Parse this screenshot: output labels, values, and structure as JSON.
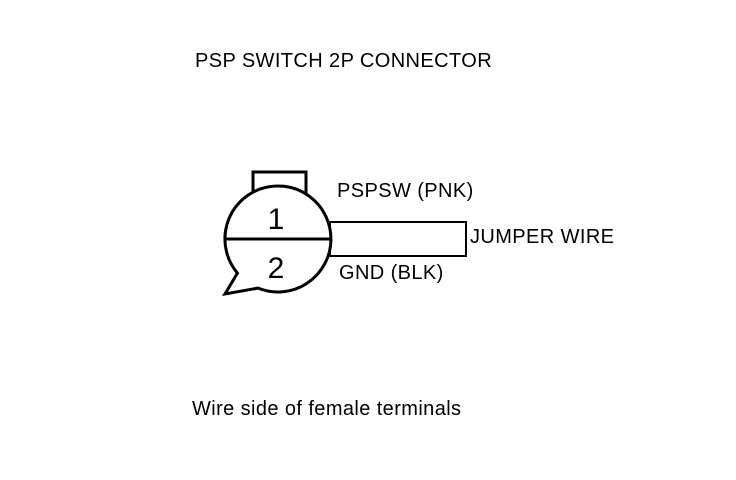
{
  "title": "PSP SWITCH 2P CONNECTOR",
  "connector": {
    "pins": [
      {
        "number": "1",
        "label": "PSPSW (PNK)"
      },
      {
        "number": "2",
        "label": "GND (BLK)"
      }
    ],
    "jumper_label": "JUMPER WIRE"
  },
  "caption": "Wire side of female terminals",
  "colors": {
    "line": "#000000",
    "background": "#ffffff"
  }
}
